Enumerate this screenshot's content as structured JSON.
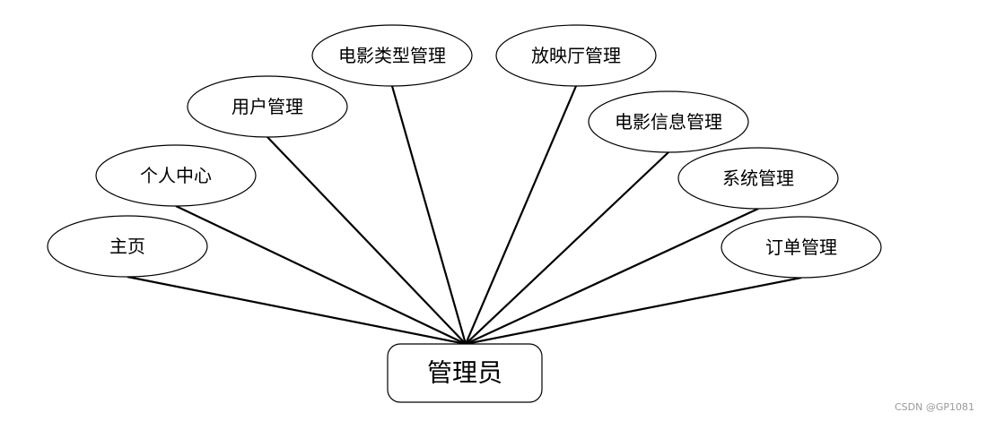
{
  "diagram": {
    "root": {
      "label": "管理员"
    },
    "nodes": [
      {
        "label": "主页"
      },
      {
        "label": "个人中心"
      },
      {
        "label": "用户管理"
      },
      {
        "label": "电影类型管理"
      },
      {
        "label": "放映厅管理"
      },
      {
        "label": "电影信息管理"
      },
      {
        "label": "系统管理"
      },
      {
        "label": "订单管理"
      }
    ]
  },
  "watermark": "CSDN @GP1081"
}
